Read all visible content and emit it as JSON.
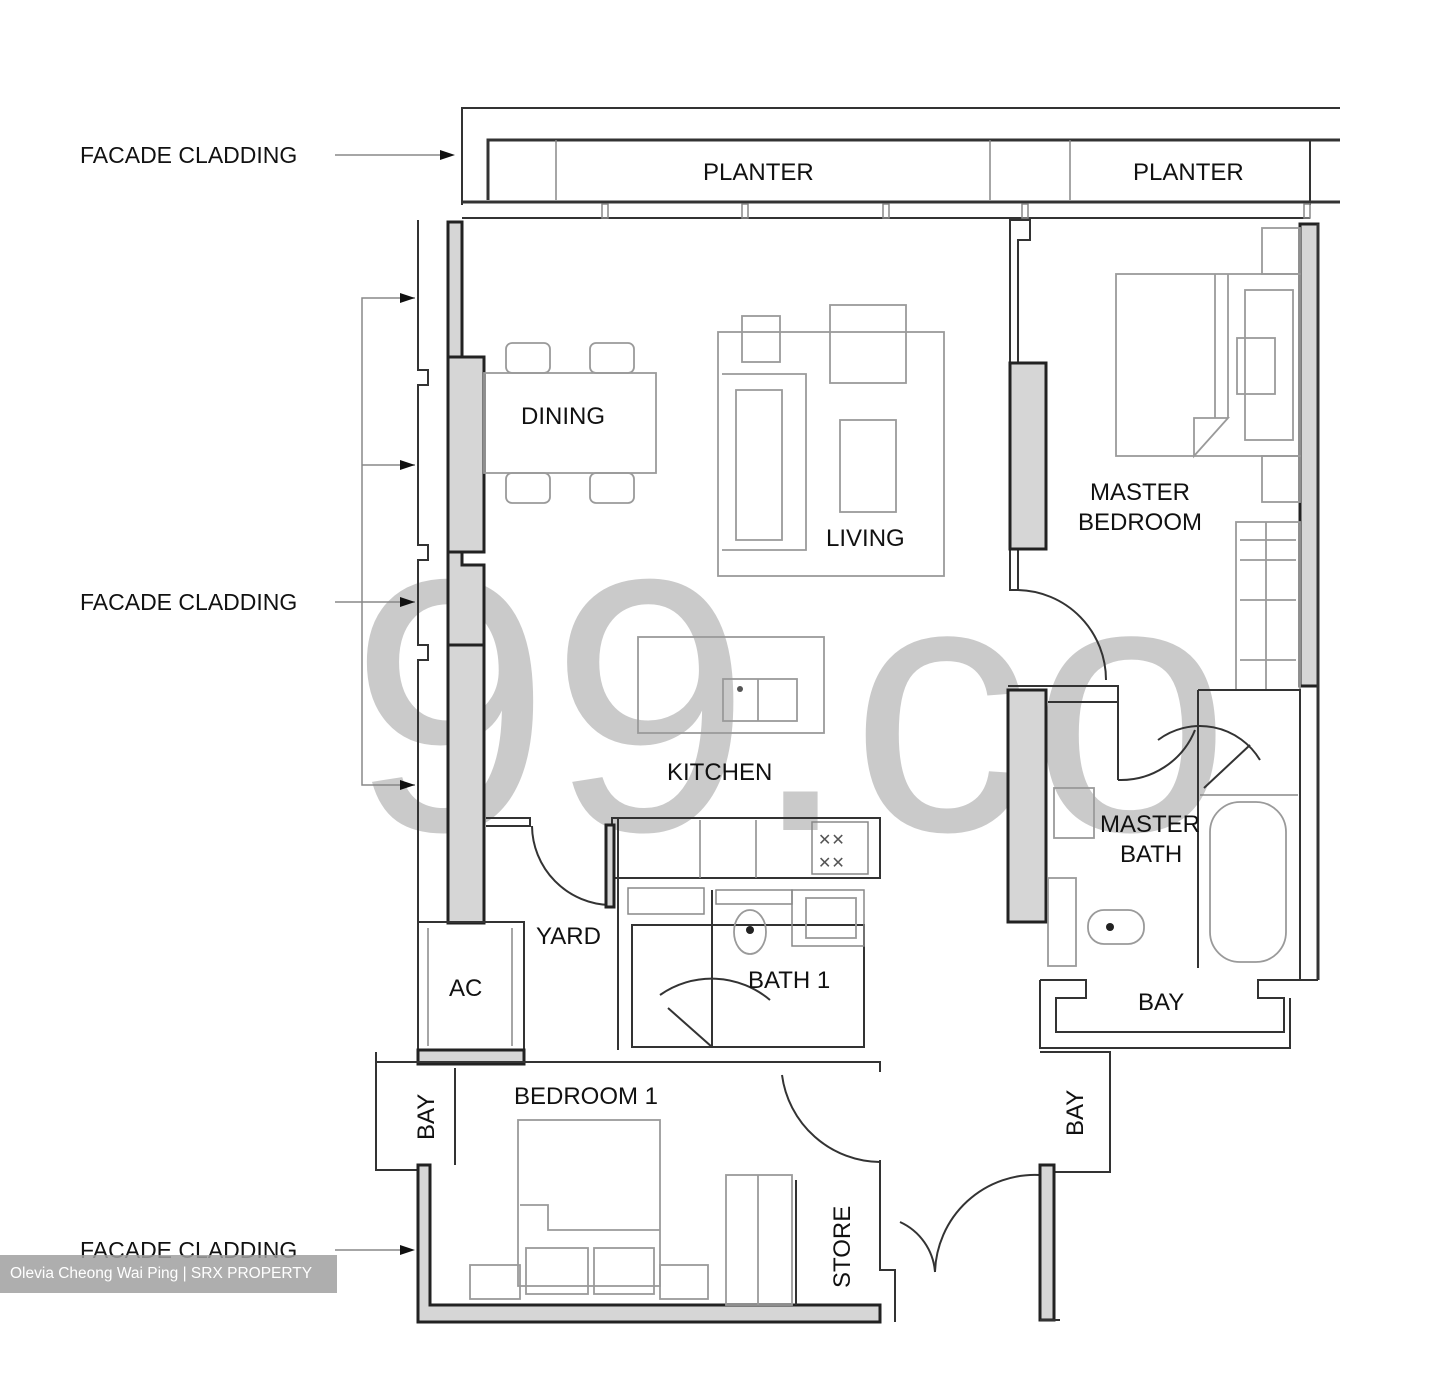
{
  "plan": {
    "side_labels": {
      "facade_top": "FACADE CLADDING",
      "facade_mid": "FACADE CLADDING",
      "facade_bottom": "FACADE CLADDING"
    },
    "rooms": {
      "planter_1": "PLANTER",
      "planter_2": "PLANTER",
      "dining": "DINING",
      "living": "LIVING",
      "master_bedroom_l1": "MASTER",
      "master_bedroom_l2": "BEDROOM",
      "kitchen": "KITCHEN",
      "master_bath_l1": "MASTER",
      "master_bath_l2": "BATH",
      "yard": "YARD",
      "ac": "AC",
      "bath_1": "BATH  1",
      "bay_master": "BAY",
      "bedroom_1": "BEDROOM  1",
      "bay_left": "BAY",
      "bay_right": "BAY",
      "store": "STORE"
    },
    "watermark": "99.co",
    "colors": {
      "wall_fill": "#d6d6d6",
      "line": "#222222",
      "watermark": "#a0a0a0"
    }
  },
  "credit": "Olevia Cheong Wai Ping | SRX PROPERTY"
}
